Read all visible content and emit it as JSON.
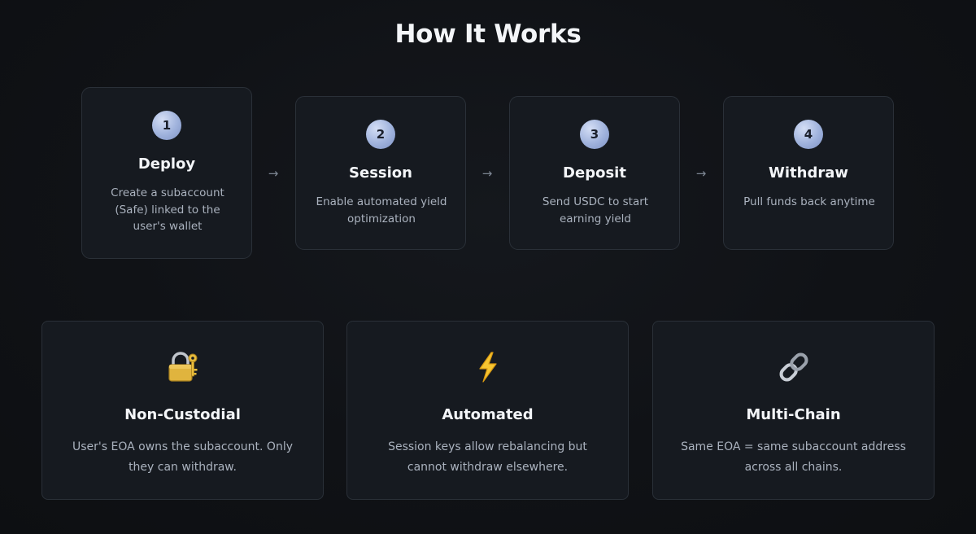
{
  "title": "How It Works",
  "steps": [
    {
      "number": "1",
      "title": "Deploy",
      "description": "Create a subaccount (Safe) linked to the user's wallet"
    },
    {
      "number": "2",
      "title": "Session",
      "description": "Enable automated yield optimization"
    },
    {
      "number": "3",
      "title": "Deposit",
      "description": "Send USDC to start earning yield"
    },
    {
      "number": "4",
      "title": "Withdraw",
      "description": "Pull funds back anytime"
    }
  ],
  "arrow_glyph": "→",
  "features": [
    {
      "icon": "lock-with-key-icon",
      "title": "Non-Custodial",
      "description": "User's EOA owns the subaccount. Only they can withdraw."
    },
    {
      "icon": "lightning-icon",
      "title": "Automated",
      "description": "Session keys allow rebalancing but cannot withdraw elsewhere."
    },
    {
      "icon": "chain-link-icon",
      "title": "Multi-Chain",
      "description": "Same EOA = same subaccount address across all chains."
    }
  ],
  "colors": {
    "background": "#0f1115",
    "card": "#161a20",
    "card_border": "#2a3038",
    "badge": "#9fb2dc",
    "muted_text": "#aab2be"
  }
}
